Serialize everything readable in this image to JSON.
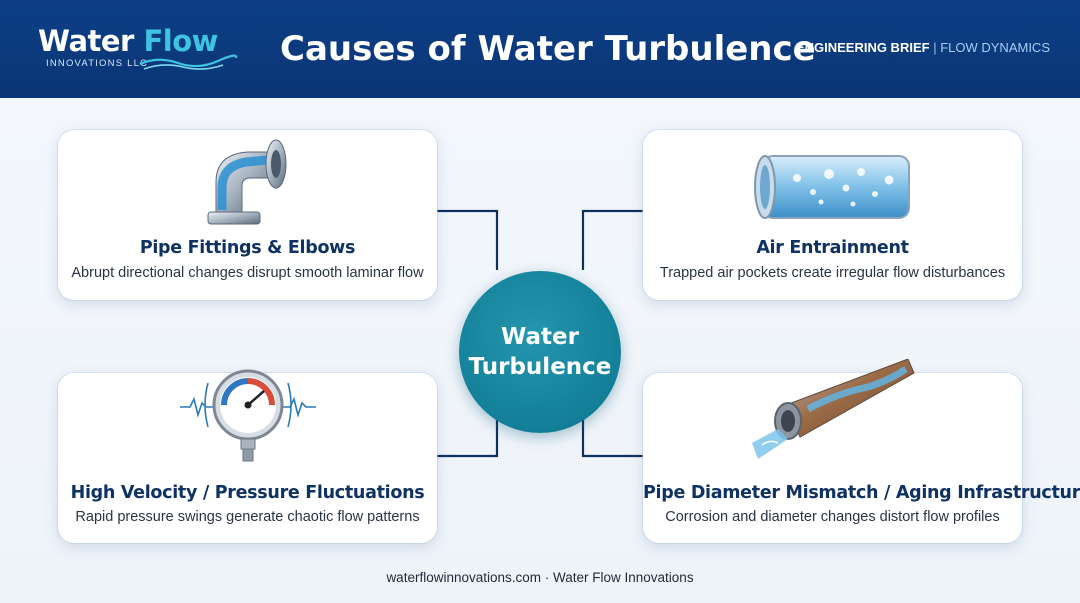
{
  "header": {
    "logo_word_1": "Water",
    "logo_word_2": "Flow",
    "logo_sub": "INNOVATIONS LLC",
    "title": "Causes of Water Turbulence",
    "brief_label": "ENGINEERING BRIEF",
    "brief_separator": "|",
    "brief_topic": "FLOW DYNAMICS"
  },
  "hub": {
    "line1": "Water",
    "line2": "Turbulence"
  },
  "cards": [
    {
      "title": "Pipe Fittings & Elbows",
      "desc": "Abrupt directional changes disrupt smooth laminar flow",
      "icon": "pipe-elbow-icon"
    },
    {
      "title": "Air Entrainment",
      "desc": "Trapped air pockets create irregular flow disturbances",
      "icon": "aerated-pipe-icon"
    },
    {
      "title": "High Velocity / Pressure Fluctuations",
      "desc": "Rapid pressure swings generate chaotic flow patterns",
      "icon": "pressure-gauge-icon"
    },
    {
      "title": "Pipe Diameter Mismatch / Aging Infrastructure",
      "desc": "Corrosion and diameter changes distort flow profiles",
      "icon": "corroded-pipe-icon"
    }
  ],
  "footer": "waterflowinnovations.com · Water Flow Innovations",
  "colors": {
    "header_bg": "#0d3f86",
    "accent_cyan": "#3ec3e0",
    "hub_teal": "#137f98",
    "title_navy": "#0e3263",
    "connector": "#10305e"
  }
}
